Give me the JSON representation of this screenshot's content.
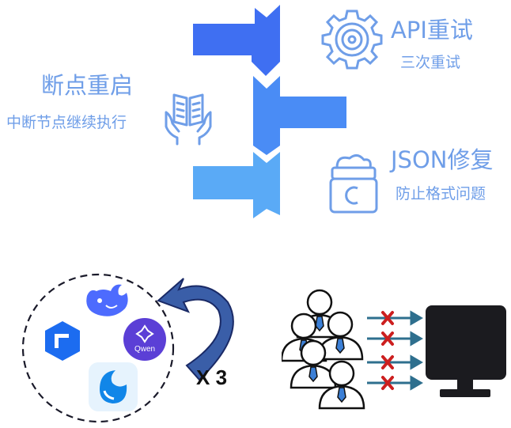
{
  "top": {
    "left_item": {
      "title": "断点重启",
      "subtitle": "中断节点继续执行",
      "icon": "book-hands-icon"
    },
    "right_items": [
      {
        "title": "API重试",
        "subtitle": "三次重试",
        "icon": "gear-icon"
      },
      {
        "title": "JSON修复",
        "subtitle": "防止格式问题",
        "icon": "cream-jar-icon"
      }
    ],
    "colors": {
      "arrow_dark": "#3f6ff2",
      "arrow_mid": "#4a8cf5",
      "arrow_light": "#5aaaf6",
      "text": "#6f9ee8"
    }
  },
  "bottom": {
    "retry_label": "X 3",
    "models": [
      "model-logo-whale-icon",
      "model-logo-qwen-icon",
      "model-logo-blue-square-icon",
      "model-logo-water-drop-icon"
    ],
    "qwen_label": "Qwen",
    "users_icon": "users-group-icon",
    "monitor_icon": "monitor-icon",
    "blocked_arrows": 4,
    "colors": {
      "arrow_teal": "#2e6f8e",
      "block_red": "#cc1f1f",
      "retry_arrow": "#3a5ea8"
    }
  }
}
